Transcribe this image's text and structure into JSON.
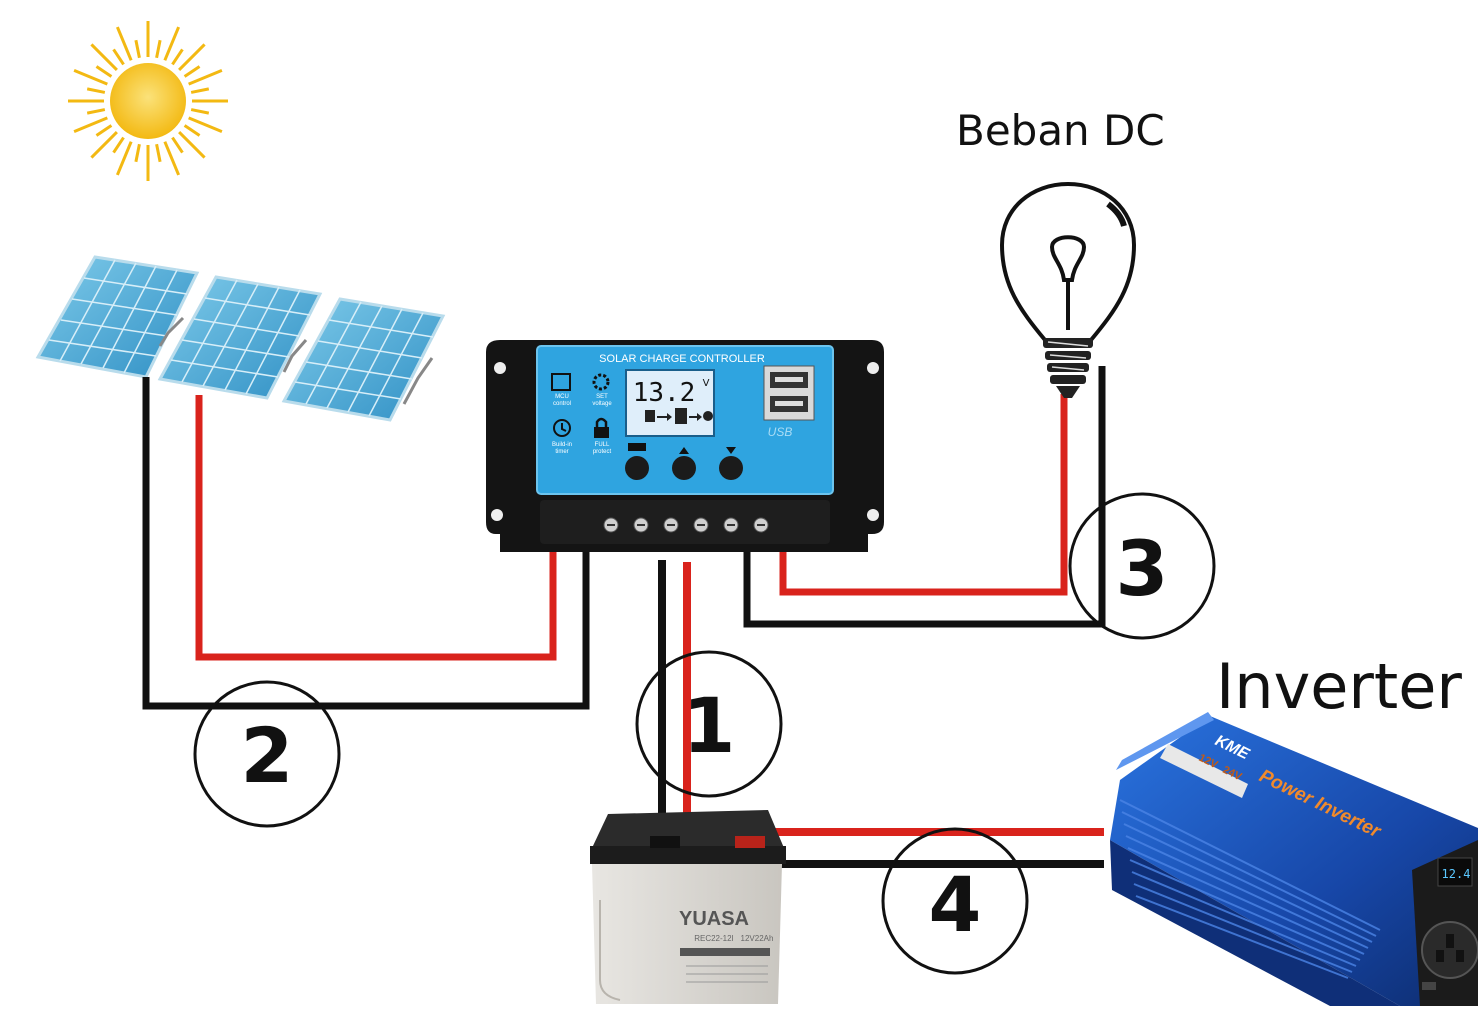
{
  "labels": {
    "dc_load": "Beban DC",
    "inverter": "Inverter"
  },
  "connections": [
    "1",
    "2",
    "3",
    "4"
  ],
  "controller": {
    "title": "SOLAR CHARGE CONTROLLER",
    "voltage": "13.2",
    "unit": "V",
    "icons": {
      "mcu": [
        "MCU",
        "control"
      ],
      "set": [
        "SET",
        "voltage"
      ],
      "timer": [
        "Build-in",
        "timer"
      ],
      "protect": [
        "FULL",
        "protect"
      ]
    },
    "usb": "USB"
  },
  "battery": {
    "brand": "YUASA",
    "model": "REC22-12I",
    "spec": "12V22Ah"
  },
  "inverter_device": {
    "brand": "KME",
    "name": "Power Inverter",
    "volts": [
      "12V",
      "24V"
    ]
  },
  "colors": {
    "positive_wire": "#d9231c",
    "negative_wire": "#111111",
    "panel": "#3fa9d6",
    "controller_screen": "#2fa4e0",
    "inverter_body": "#1f5fc4",
    "sun": "#f7c526"
  }
}
